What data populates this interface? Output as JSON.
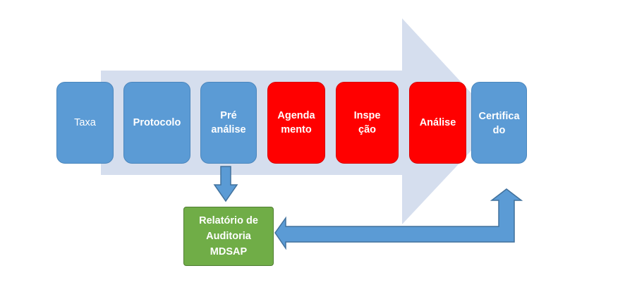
{
  "colors": {
    "process_arrow": "#d5deee",
    "step_blue": "#5b9bd5",
    "step_red": "#ff0000",
    "report_green": "#70ad47",
    "connector_blue": "#5b9bd5"
  },
  "steps": [
    {
      "label": "Taxa",
      "color": "blue"
    },
    {
      "label": "Protocolo",
      "color": "blue"
    },
    {
      "label": "Pré\nanálise",
      "color": "blue"
    },
    {
      "label": "Agenda\nmento",
      "color": "red"
    },
    {
      "label": "Inspe\nção",
      "color": "red"
    },
    {
      "label": "Análise",
      "color": "red"
    },
    {
      "label": "Certifica\ndo",
      "color": "blue"
    }
  ],
  "report": {
    "label": "Relatório de\nAuditoria\nMDSAP"
  }
}
